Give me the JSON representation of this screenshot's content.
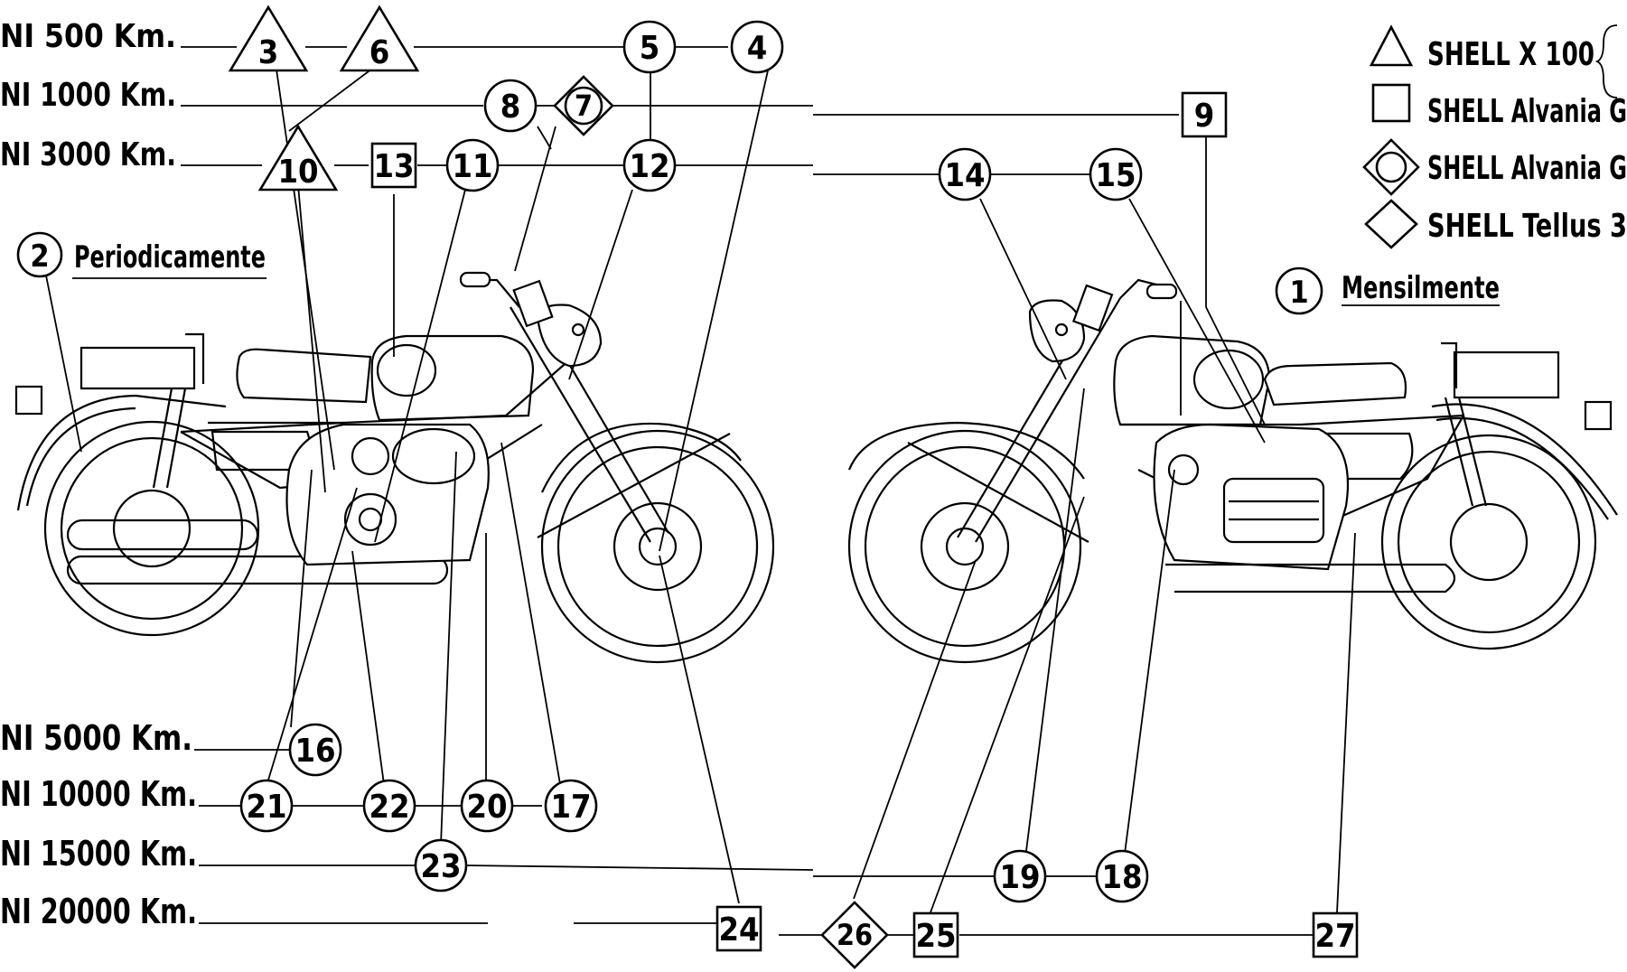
{
  "intervals": [
    {
      "id": "i500",
      "label": "NI  500 Km."
    },
    {
      "id": "i1000",
      "label": "NI 1000 Km."
    },
    {
      "id": "i3000",
      "label": "NI 3000 Km."
    },
    {
      "id": "i5000",
      "label": "NI  5000 Km."
    },
    {
      "id": "i10000",
      "label": "NI  10000 Km."
    },
    {
      "id": "i15000",
      "label": "NI 15000 Km."
    },
    {
      "id": "i20000",
      "label": "NI 20000 Km."
    }
  ],
  "periodic_notes": [
    {
      "id": "p2",
      "number": "2",
      "text": "Periodicamente"
    },
    {
      "id": "p1",
      "number": "1",
      "text": "Mensilmente"
    }
  ],
  "legend": [
    {
      "symbol": "triangle",
      "text": "SHELL X 100"
    },
    {
      "symbol": "square",
      "text": "SHELL Alvania G"
    },
    {
      "symbol": "circle-in-diamond",
      "text": "SHELL Alvania G"
    },
    {
      "symbol": "diamond",
      "text": "SHELL Tellus 3"
    }
  ],
  "points": [
    {
      "n": "3",
      "shape": "triangle"
    },
    {
      "n": "6",
      "shape": "triangle"
    },
    {
      "n": "5",
      "shape": "circle"
    },
    {
      "n": "4",
      "shape": "circle"
    },
    {
      "n": "8",
      "shape": "circle"
    },
    {
      "n": "7",
      "shape": "circle-in-diamond"
    },
    {
      "n": "9",
      "shape": "square"
    },
    {
      "n": "10",
      "shape": "triangle"
    },
    {
      "n": "13",
      "shape": "square"
    },
    {
      "n": "11",
      "shape": "circle"
    },
    {
      "n": "12",
      "shape": "circle"
    },
    {
      "n": "14",
      "shape": "circle"
    },
    {
      "n": "15",
      "shape": "circle"
    },
    {
      "n": "16",
      "shape": "circle"
    },
    {
      "n": "21",
      "shape": "circle"
    },
    {
      "n": "22",
      "shape": "circle"
    },
    {
      "n": "20",
      "shape": "circle"
    },
    {
      "n": "17",
      "shape": "circle"
    },
    {
      "n": "23",
      "shape": "circle"
    },
    {
      "n": "19",
      "shape": "circle"
    },
    {
      "n": "18",
      "shape": "circle"
    },
    {
      "n": "24",
      "shape": "square"
    },
    {
      "n": "26",
      "shape": "diamond"
    },
    {
      "n": "25",
      "shape": "square"
    },
    {
      "n": "27",
      "shape": "square"
    }
  ]
}
